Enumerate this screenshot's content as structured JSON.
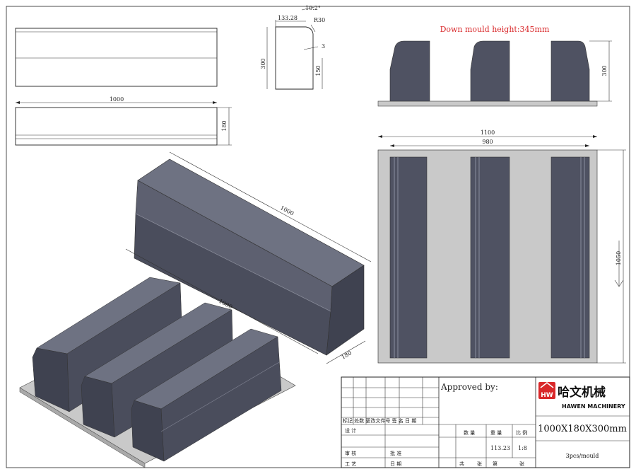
{
  "drawing": {
    "note": "Down mould height:345mm",
    "note_color": "#d9282a",
    "front_view_length": "1000",
    "front_view_height": "180",
    "profile": {
      "top_width": "133.28",
      "top_chamfer": "10.2°",
      "radius": "R30",
      "step": "3",
      "height": "300",
      "lower_height": "150"
    },
    "down_mould_height_dim": "300",
    "plan_outer_width": "1100",
    "plan_inner_width": "980",
    "plan_length": "1050",
    "iso_length_top": "1000",
    "iso_length_bottom": "1000",
    "iso_width": "180"
  },
  "title_block": {
    "approved_label": "Approved by:",
    "brand_cn": "哈文机械",
    "brand_en": "HAWEN MACHINERY",
    "spec": "1000X180X300mm",
    "qty_note": "3pcs/mould",
    "weight": "113.23",
    "scale": "1:8",
    "labels": {
      "revision_row": "标记 处数 更改文件号  签 名 日 期",
      "design": "设 计",
      "review": "审 核",
      "approve": "批 准",
      "process": "工 艺",
      "date": "日 期",
      "quantity": "数 量",
      "weight": "重 量",
      "scale": "比 例",
      "total": "共",
      "sheets1": "张",
      "sheet_no": "第",
      "sheets2": "张"
    }
  },
  "colors": {
    "body_dark": "#4a4d5c",
    "body_mid": "#5d6070",
    "body_light": "#6e7282",
    "base_plate": "#c9c9c9"
  }
}
